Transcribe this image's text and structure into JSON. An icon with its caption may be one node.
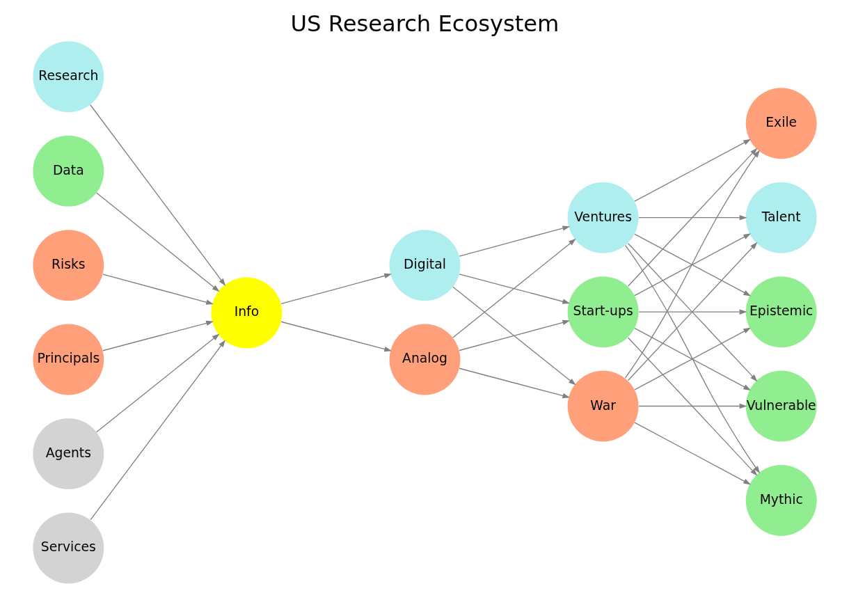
{
  "diagram": {
    "title": "US Research Ecosystem",
    "nodes": [
      {
        "text": [
          "Research"
        ]
      },
      {
        "text": [
          "Data"
        ]
      },
      {
        "text": [
          "Risks"
        ]
      },
      {
        "text": [
          "Principals"
        ]
      },
      {
        "text": [
          "Agents"
        ]
      },
      {
        "text": [
          "Services"
        ]
      },
      {
        "text": [
          "Info"
        ]
      },
      {
        "text": [
          "Digital"
        ]
      },
      {
        "text": [
          "Analog"
        ]
      },
      {
        "text": [
          "Ventures"
        ]
      },
      {
        "text": [
          "Start-ups"
        ]
      },
      {
        "text": [
          "War"
        ]
      },
      {
        "text": [
          "Talent"
        ]
      },
      {
        "text": [
          "Epistemic"
        ]
      },
      {
        "text": [
          "Vulnerable"
        ]
      },
      {
        "text": [
          "Mythic"
        ]
      },
      {
        "text": [
          "Exile"
        ]
      }
    ],
    "edges": [
      {
        "from": 0,
        "to": 6,
        "arrow": "to"
      },
      {
        "from": 1,
        "to": 6,
        "arrow": "to"
      },
      {
        "from": 2,
        "to": 6,
        "arrow": "to"
      },
      {
        "from": 3,
        "to": 6,
        "arrow": "to"
      },
      {
        "from": 4,
        "to": 6,
        "arrow": "to"
      },
      {
        "from": 5,
        "to": 6,
        "arrow": "to"
      },
      {
        "from": 6,
        "to": 7,
        "arrow": "to"
      },
      {
        "from": 6,
        "to": 8,
        "arrow": "to"
      },
      {
        "from": 7,
        "to": 9,
        "arrow": "to"
      },
      {
        "from": 7,
        "to": 10,
        "arrow": "to"
      },
      {
        "from": 7,
        "to": 11,
        "arrow": "to"
      },
      {
        "from": 8,
        "to": 9,
        "arrow": "to"
      },
      {
        "from": 8,
        "to": 10,
        "arrow": "to"
      },
      {
        "from": 8,
        "to": 11,
        "arrow": "to"
      },
      {
        "from": 9,
        "to": 12,
        "arrow": "to"
      },
      {
        "from": 9,
        "to": 13,
        "arrow": "to"
      },
      {
        "from": 9,
        "to": 14,
        "arrow": "to"
      },
      {
        "from": 9,
        "to": 15,
        "arrow": "to"
      },
      {
        "from": 9,
        "to": 16,
        "arrow": "to"
      },
      {
        "from": 10,
        "to": 12,
        "arrow": "to"
      },
      {
        "from": 10,
        "to": 13,
        "arrow": "to"
      },
      {
        "from": 10,
        "to": 14,
        "arrow": "to"
      },
      {
        "from": 10,
        "to": 15,
        "arrow": "to"
      },
      {
        "from": 10,
        "to": 16,
        "arrow": "to"
      },
      {
        "from": 11,
        "to": 12,
        "arrow": "to"
      },
      {
        "from": 11,
        "to": 13,
        "arrow": "to"
      },
      {
        "from": 11,
        "to": 14,
        "arrow": "to"
      },
      {
        "from": 11,
        "to": 15,
        "arrow": "to"
      },
      {
        "from": 11,
        "to": 16,
        "arrow": "to"
      }
    ]
  }
}
